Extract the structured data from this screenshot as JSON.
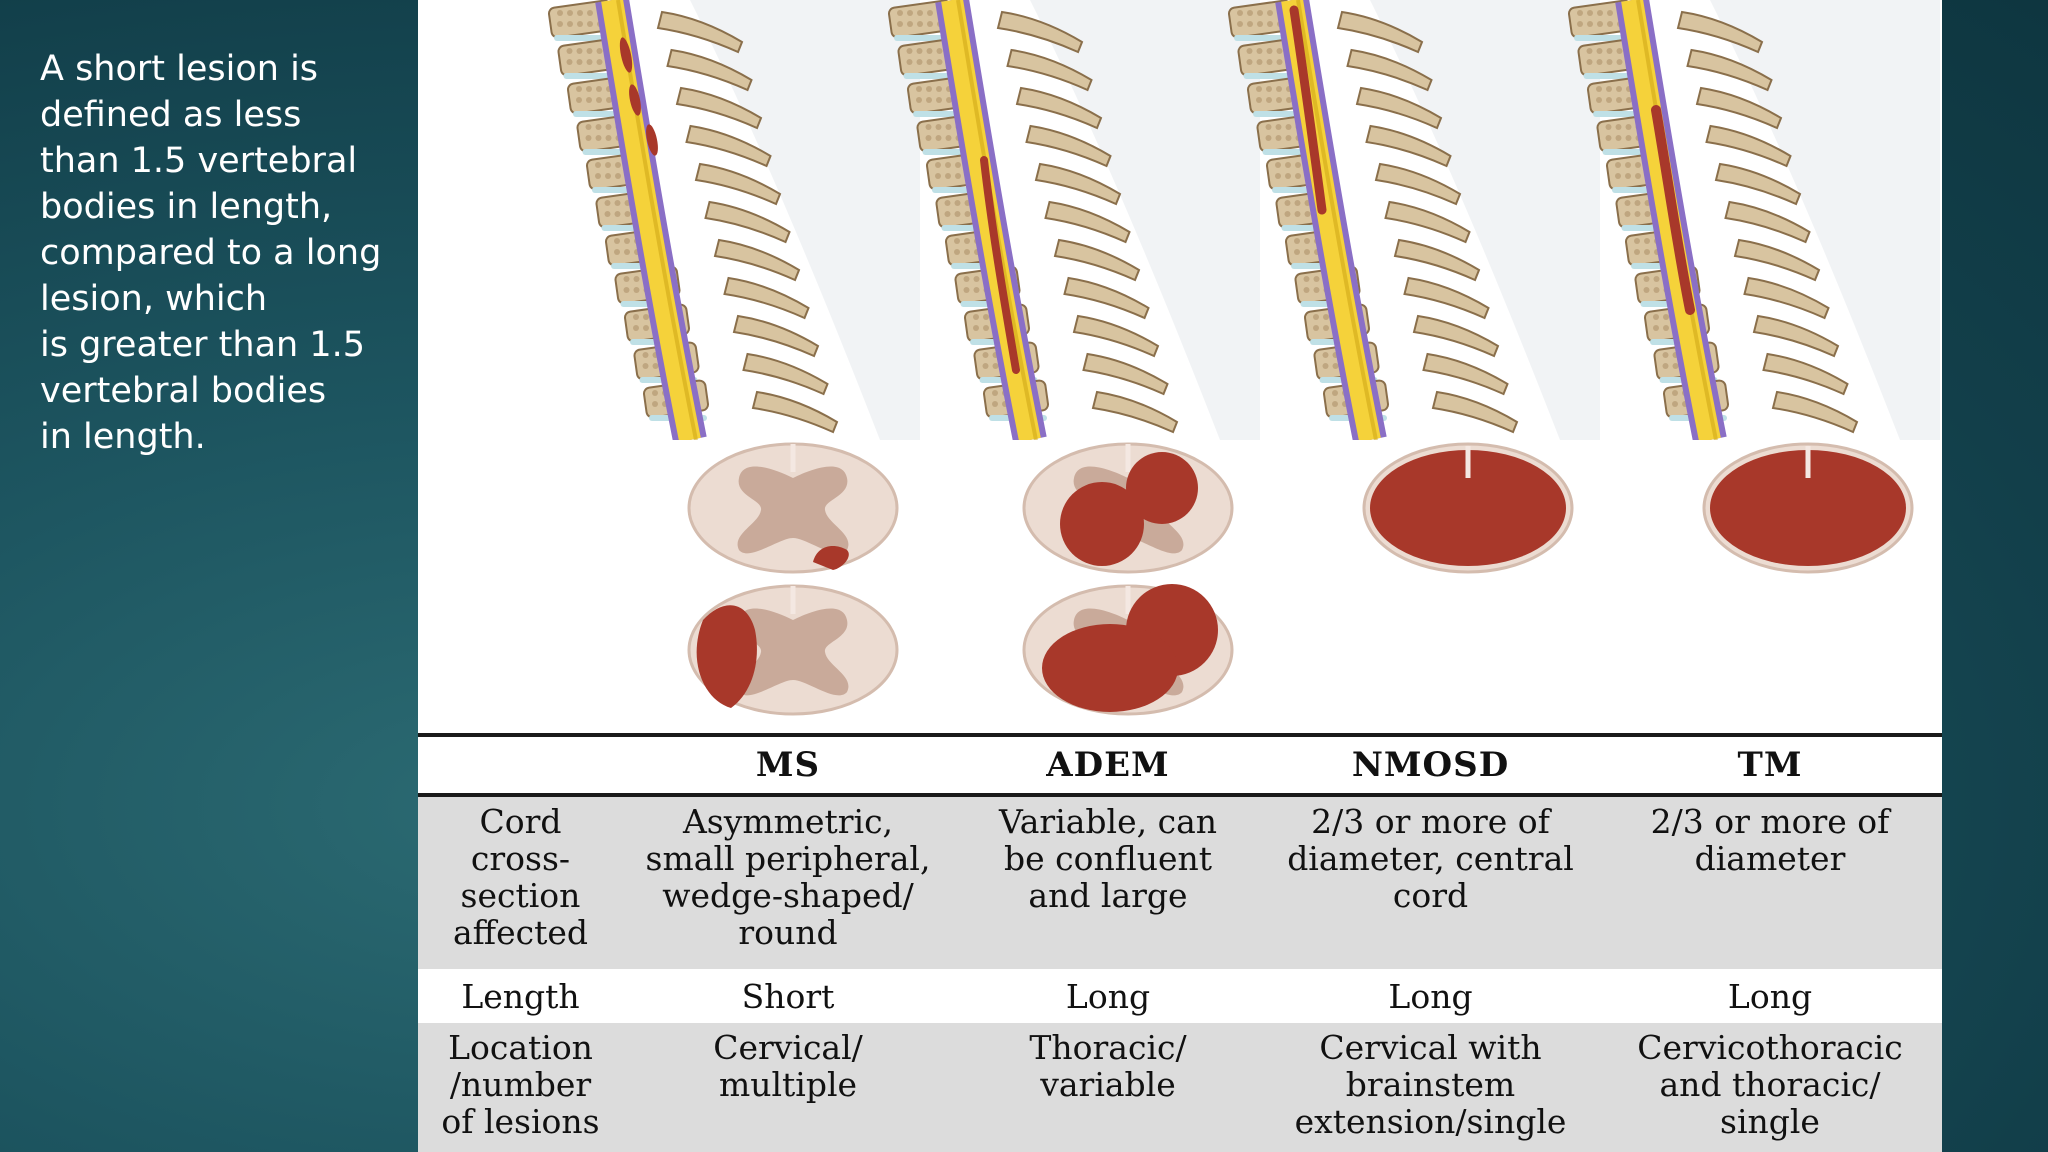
{
  "slide": {
    "side_text": [
      "A short lesion is",
      "defined as less",
      "than 1.5 vertebral",
      "bodies in length,",
      "compared to a long",
      "lesion, which",
      "is greater than 1.5",
      "vertebral bodies",
      "in length."
    ]
  },
  "figure": {
    "colors": {
      "lesion": "#a8382a",
      "cord": "#f5d23a",
      "vertebra": "#d8c4a0",
      "disc": "#bfe0e6",
      "gray_matter": "#c9aa9a",
      "white_matter": "#ecdcd2",
      "background": "#1d5560"
    },
    "table": {
      "headers": [
        "",
        "MS",
        "ADEM",
        "NMOSD",
        "TM"
      ],
      "rows": [
        {
          "label": "Cord\ncross-\nsection\naffected",
          "cells": [
            "Asymmetric,\nsmall peripheral,\nwedge-shaped/\nround",
            "Variable, can\nbe confluent\nand large",
            "2/3 or more of\ndiameter, central\ncord",
            "2/3 or more of\ndiameter"
          ]
        },
        {
          "label": "Length",
          "cells": [
            "Short",
            "Long",
            "Long",
            "Long"
          ]
        },
        {
          "label": "Location\n/number\nof lesions",
          "cells": [
            "Cervical/\nmultiple",
            "Thoracic/\nvariable",
            "Cervical with\nbrainstem\nextension/single",
            "Cervicothoracic\nand thoracic/\nsingle"
          ]
        }
      ]
    }
  }
}
